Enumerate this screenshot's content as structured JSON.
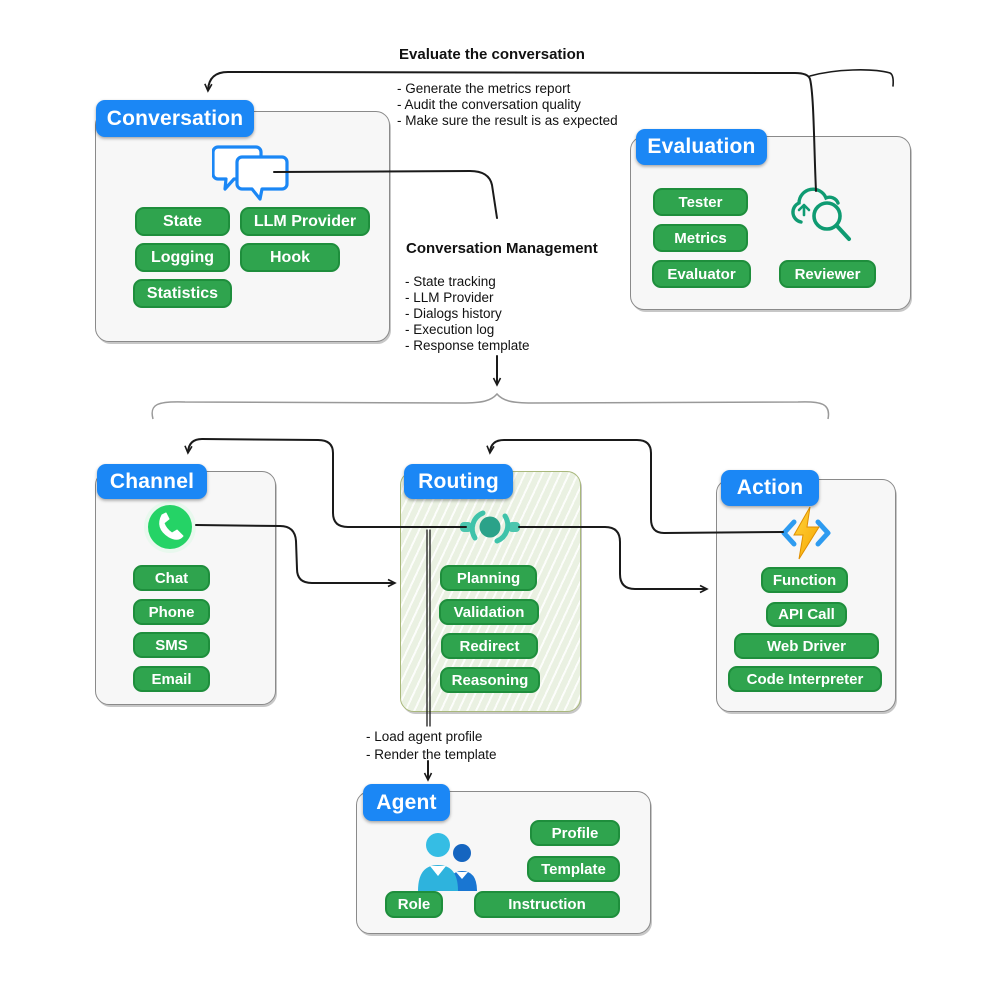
{
  "annotations": {
    "evaluate": {
      "title": "Evaluate the conversation",
      "bullets": [
        "- Generate the metrics report",
        "- Audit the conversation quality",
        "- Make sure the result is as expected"
      ]
    },
    "management": {
      "title": "Conversation Management",
      "bullets": [
        "- State tracking",
        "- LLM Provider",
        "- Dialogs history",
        "- Execution log",
        "- Response template"
      ]
    },
    "agent_note": {
      "bullets": [
        "- Load agent profile",
        "- Render the template"
      ]
    }
  },
  "boxes": {
    "conversation": {
      "title": "Conversation",
      "icon": "chat-bubbles-icon",
      "pills": [
        "State",
        "LLM Provider",
        "Logging",
        "Hook",
        "Statistics"
      ]
    },
    "evaluation": {
      "title": "Evaluation",
      "icon": "cloud-search-icon",
      "pills": [
        "Tester",
        "Metrics",
        "Evaluator",
        "Reviewer"
      ]
    },
    "channel": {
      "title": "Channel",
      "icon": "whatsapp-icon",
      "pills": [
        "Chat",
        "Phone",
        "SMS",
        "Email"
      ]
    },
    "routing": {
      "title": "Routing",
      "icon": "hub-node-icon",
      "pills": [
        "Planning",
        "Validation",
        "Redirect",
        "Reasoning"
      ]
    },
    "action": {
      "title": "Action",
      "icon": "azure-function-icon",
      "pills": [
        "Function",
        "API Call",
        "Web Driver",
        "Code Interpreter"
      ]
    },
    "agent": {
      "title": "Agent",
      "icon": "people-icon",
      "pills": [
        "Profile",
        "Template",
        "Role",
        "Instruction"
      ]
    }
  },
  "colors": {
    "header_blue": "#1b87f5",
    "pill_green": "#2fa44e",
    "pill_border": "#1e8e3c",
    "routing_teal": "#3fc3aa",
    "routing_teal_dark": "#2ba289",
    "whatsapp_green": "#25d366",
    "eval_icon_green": "#0f9b72",
    "bolt_orange": "#f7a600",
    "bolt_yellow": "#ffd43d",
    "arrow_black": "#1a1a1a",
    "brace_grey": "#999999"
  }
}
